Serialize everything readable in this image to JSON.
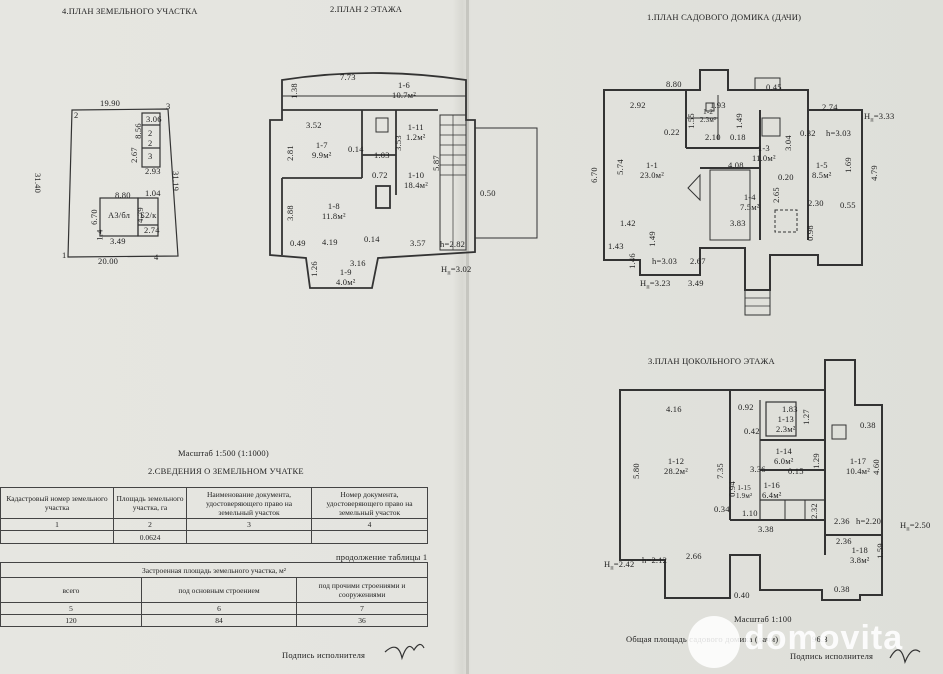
{
  "headers": {
    "plot_plan": "4.ПЛАН ЗЕМЕЛЬНОГО УЧАСТКА",
    "floor2_plan": "2.ПЛАН  2  ЭТАЖА",
    "house_plan": "1.ПЛАН САДОВОГО ДОМИКА (ДАЧИ)",
    "basement_plan": "3.ПЛАН  ЦОКОЛЬНОГО  ЭТАЖА"
  },
  "plot": {
    "dims": [
      "19.90",
      "31.40",
      "31.19",
      "20.00",
      "8.80",
      "6.70",
      "3.49",
      "1.04",
      "4.79",
      "2.67",
      "8.56",
      "3.06",
      "2.93",
      "2.74",
      "1.4"
    ],
    "labels": [
      "А3/бл",
      "Б2/к",
      "2",
      "2",
      "3"
    ],
    "corners": [
      "2",
      "3",
      "1",
      "4"
    ]
  },
  "floor2": {
    "dims": [
      "7.73",
      "1.38",
      "3.52",
      "2.81",
      "0.14",
      "1.03",
      "3.53",
      "0.72",
      "3.88",
      "5.87",
      "0.50",
      "0.49",
      "4.19",
      "0.14",
      "3.57",
      "h=2.82",
      "1.26",
      "3.16",
      "H",
      "=3.02"
    ],
    "rooms": [
      {
        "id": "1-6",
        "area": "10.7м²"
      },
      {
        "id": "1-7",
        "area": "9.9м²"
      },
      {
        "id": "1-11",
        "area": "1.2м²"
      },
      {
        "id": "1-10",
        "area": "18.4м²"
      },
      {
        "id": "1-8",
        "area": "11.8м²"
      },
      {
        "id": "1-9",
        "area": "4.0м²"
      }
    ]
  },
  "house": {
    "dims": [
      "8.80",
      "0.45",
      "2.92",
      "1.93",
      "2.74",
      "1.55",
      "1.49",
      "0.32",
      "h=3.03",
      "H",
      "=3.33",
      "0.22",
      "2.10",
      "0.18",
      "3.04",
      "6.70",
      "5.74",
      "4.08",
      "0.20",
      "1.69",
      "4.79",
      "2.65",
      "2.30",
      "0.55",
      "1.42",
      "3.83",
      "0.98",
      "1.49",
      "1.43",
      "h=3.03",
      "2.67",
      "1.46",
      "H",
      "=3.23",
      "3.49"
    ],
    "rooms": [
      {
        "id": "1-1",
        "area": "23.0м²"
      },
      {
        "id": "1-2",
        "area": "2.3м²"
      },
      {
        "id": "1-3",
        "area": "11.0м²"
      },
      {
        "id": "1-4",
        "area": "7.5м²"
      },
      {
        "id": "1-5",
        "area": "8.5м²"
      }
    ]
  },
  "basement": {
    "dims": [
      "4.16",
      "0.92",
      "1.83",
      "1.27",
      "0.42",
      "5.80",
      "7.35",
      "3.36",
      "0.15",
      "1.29",
      "0.38",
      "4.60",
      "0.34",
      "1.10",
      "3.38",
      "2.36",
      "h=2.20",
      "H",
      "=2.50",
      "h=2.12",
      "H",
      "=2.42",
      "2.66",
      "0.40",
      "2.36",
      "1.59",
      "0.38",
      "2.32",
      "0.94"
    ],
    "rooms": [
      {
        "id": "1-12",
        "area": "28.2м²"
      },
      {
        "id": "1-13",
        "area": "2.3м²"
      },
      {
        "id": "1-14",
        "area": "6.0м²"
      },
      {
        "id": "1-15",
        "area": "1.9м²"
      },
      {
        "id": "1-16",
        "area": "6.4м²"
      },
      {
        "id": "1-17",
        "area": "10.4м²"
      },
      {
        "id": "1-18",
        "area": "3.8м²"
      }
    ]
  },
  "scale_left": "Масштаб 1:500 (1:1000)",
  "section_land": "2.СВЕДЕНИЯ О ЗЕМЕЛЬНОМ УЧАТКЕ",
  "table1": {
    "headers": [
      "Кадастровый номер земельного участка",
      "Площадь земельного участка, га",
      "Наименование документа, удостоверяющего право на земельный участок",
      "Номер документа, удостоверяющего право на земельный участок"
    ],
    "nums": [
      "1",
      "2",
      "3",
      "4"
    ],
    "row": [
      "",
      "0.0624",
      "",
      ""
    ]
  },
  "continuation": "продолжение таблицы 1",
  "table2": {
    "title": "Застроенная площадь земельного участка, м²",
    "headers": [
      "всего",
      "под основным строением",
      "под прочими строениями и сооружениями"
    ],
    "nums": [
      "5",
      "6",
      "7"
    ],
    "row": [
      "120",
      "84",
      "36"
    ]
  },
  "signature_left": "Подпись исполнителя",
  "scale_right": "Масштаб 1:100",
  "total_area": "Общая площадь садового домика (дачи)",
  "total_area_value": "96.3",
  "signature_right": "Подпись исполнителя",
  "watermark": "domovita",
  "colors": {
    "paper": "#e4e4df",
    "ink": "#222222",
    "line": "#333333"
  }
}
